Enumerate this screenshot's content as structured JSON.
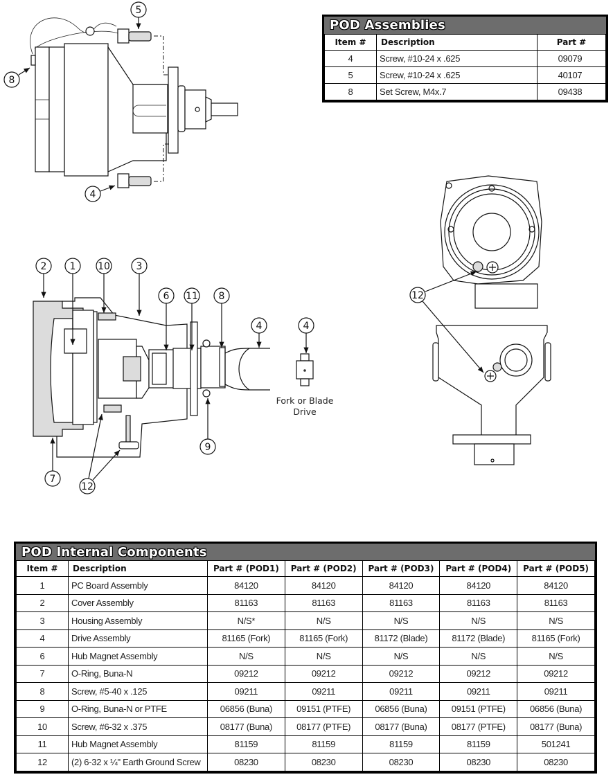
{
  "assemblies_table": {
    "title": "POD Assemblies",
    "headers": {
      "item": "Item #",
      "description": "Description",
      "part": "Part #"
    },
    "rows": [
      {
        "item": "4",
        "description": "Screw, #10-24 x .625",
        "part": "09079"
      },
      {
        "item": "5",
        "description": "Screw, #10-24 x .625",
        "part": "40107"
      },
      {
        "item": "8",
        "description": "Set Screw, M4x.7",
        "part": "09438"
      }
    ]
  },
  "internal_table": {
    "title": "POD Internal Components",
    "headers": {
      "item": "Item #",
      "description": "Description",
      "pod1": "Part # (POD1)",
      "pod2": "Part # (POD2)",
      "pod3": "Part # (POD3)",
      "pod4": "Part # (POD4)",
      "pod5": "Part # (POD5)"
    },
    "rows": [
      {
        "item": "1",
        "description": "PC Board Assembly",
        "pod1": "84120",
        "pod2": "84120",
        "pod3": "84120",
        "pod4": "84120",
        "pod5": "84120"
      },
      {
        "item": "2",
        "description": "Cover Assembly",
        "pod1": "81163",
        "pod2": "81163",
        "pod3": "81163",
        "pod4": "81163",
        "pod5": "81163"
      },
      {
        "item": "3",
        "description": "Housing Assembly",
        "pod1": "N/S*",
        "pod2": "N/S",
        "pod3": "N/S",
        "pod4": "N/S",
        "pod5": "N/S"
      },
      {
        "item": "4",
        "description": "Drive Assembly",
        "pod1": "81165 (Fork)",
        "pod2": "81165 (Fork)",
        "pod3": "81172 (Blade)",
        "pod4": "81172 (Blade)",
        "pod5": "81165 (Fork)"
      },
      {
        "item": "6",
        "description": "Hub Magnet Assembly",
        "pod1": "N/S",
        "pod2": "N/S",
        "pod3": "N/S",
        "pod4": "N/S",
        "pod5": "N/S"
      },
      {
        "item": "7",
        "description": "O-Ring, Buna-N",
        "pod1": "09212",
        "pod2": "09212",
        "pod3": "09212",
        "pod4": "09212",
        "pod5": "09212"
      },
      {
        "item": "8",
        "description": "Screw, #5-40 x .125",
        "pod1": "09211",
        "pod2": "09211",
        "pod3": "09211",
        "pod4": "09211",
        "pod5": "09211"
      },
      {
        "item": "9",
        "description": "O-Ring, Buna-N or PTFE",
        "pod1": "06856 (Buna)",
        "pod2": "09151 (PTFE)",
        "pod3": "06856 (Buna)",
        "pod4": "09151 (PTFE)",
        "pod5": "06856 (Buna)"
      },
      {
        "item": "10",
        "description": "Screw, #6-32 x .375",
        "pod1": "08177 (Buna)",
        "pod2": "08177 (PTFE)",
        "pod3": "08177 (Buna)",
        "pod4": "08177 (PTFE)",
        "pod5": "08177 (Buna)"
      },
      {
        "item": "11",
        "description": "Hub Magnet Assembly",
        "pod1": "81159",
        "pod2": "81159",
        "pod3": "81159",
        "pod4": "81159",
        "pod5": "501241"
      },
      {
        "item": "12",
        "description": "(2) 6-32 x ¼\" Earth Ground Screw",
        "pod1": "08230",
        "pod2": "08230",
        "pod3": "08230",
        "pod4": "08230",
        "pod5": "08230"
      }
    ]
  },
  "diagrams": {
    "exterior_view": {
      "callouts": [
        "5",
        "8",
        "4"
      ]
    },
    "cutaway_view": {
      "callouts": [
        "2",
        "1",
        "10",
        "3",
        "6",
        "11",
        "8",
        "4",
        "4",
        "7",
        "12",
        "9"
      ],
      "drive_caption_line1": "Fork or Blade",
      "drive_caption_line2": "Drive"
    },
    "end_view": {
      "callouts": [
        "12"
      ]
    }
  }
}
